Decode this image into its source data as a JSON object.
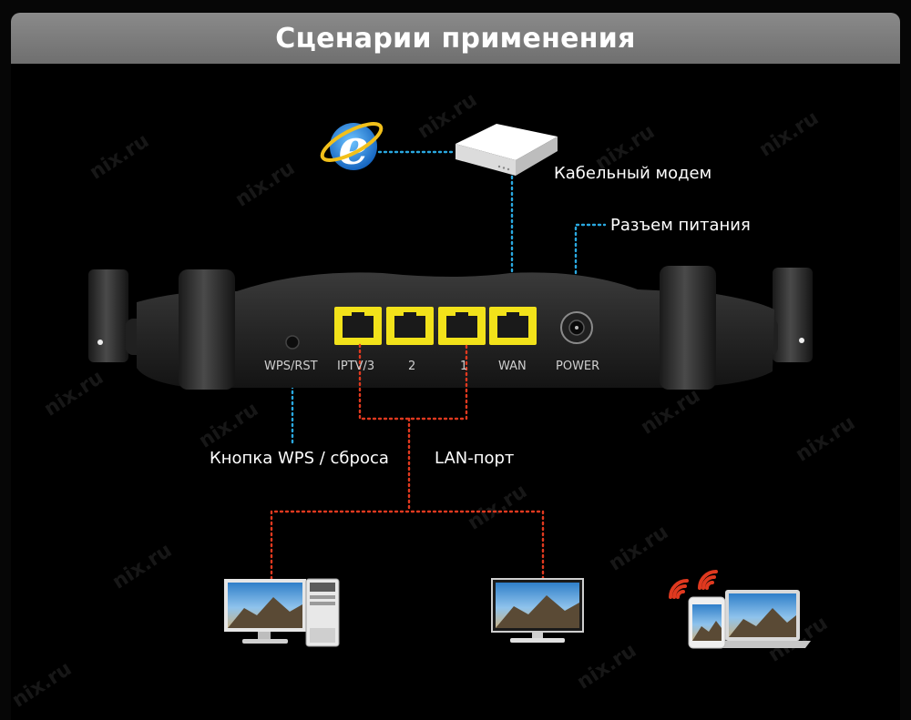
{
  "header": {
    "title": "Сценарии применения"
  },
  "labels": {
    "modem": "Кабельный модем",
    "power": "Разъем питания",
    "wps_button": "Кнопка WPS / сброса",
    "lan_port": "LAN-порт"
  },
  "router_ports": {
    "wps_rst": "WPS/RST",
    "iptv3": "IPTV/3",
    "port2": "2",
    "port1": "1",
    "wan": "WAN",
    "power": "POWER"
  },
  "watermark": "nix.ru",
  "icons": {
    "internet": "internet-explorer-icon",
    "modem": "cable-modem-icon",
    "desktop": "desktop-computer-icon",
    "monitor": "monitor-icon",
    "wireless": "wireless-devices-icon"
  },
  "colors": {
    "header_bg": "#7d7d7d",
    "background": "#000000",
    "wan_line": "#2aa8e0",
    "lan_line": "#e0391f",
    "port_yellow": "#f2e21a",
    "wifi_signal": "#e0391f"
  }
}
